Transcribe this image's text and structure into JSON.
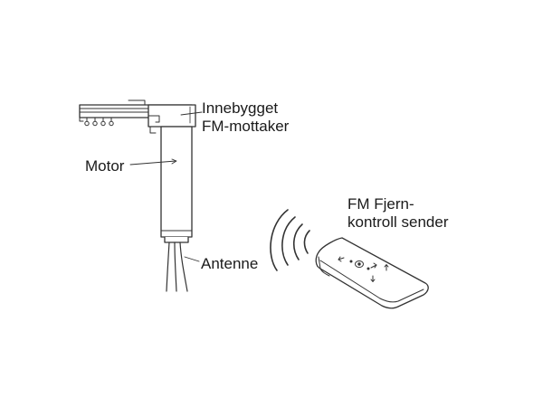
{
  "labels": {
    "receiver": {
      "line1": "Innebygget",
      "line2": "FM-mottaker"
    },
    "motor": "Motor",
    "antenna": "Antenne",
    "remote": {
      "line1": "FM Fjern-",
      "line2": "kontroll sender"
    }
  },
  "colors": {
    "line": "#333333",
    "fill": "#ffffff",
    "text": "#1a1a1a"
  }
}
